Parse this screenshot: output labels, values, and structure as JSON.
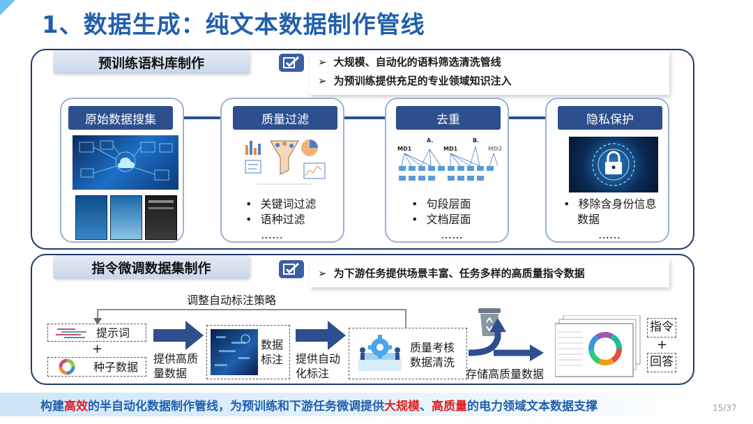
{
  "page": {
    "title": "1、数据生成：纯文本数据制作管线",
    "page_number": "15/37"
  },
  "pretrain": {
    "section_title": "预训练语料库制作",
    "bullets": [
      "大规模、自动化的语料筛选清洗管线",
      "为预训练提供充足的专业领域知识注入"
    ],
    "steps": [
      {
        "title": "原始数据搜集",
        "items": []
      },
      {
        "title": "质量过滤",
        "items": [
          "关键词过滤",
          "语种过滤"
        ],
        "ellipsis": "……"
      },
      {
        "title": "去重",
        "items": [
          "句段层面",
          "文档层面"
        ],
        "ellipsis": "……",
        "diagram_labels": {
          "a": "A.",
          "b": "B.",
          "md1": "MD1",
          "md2": "MD2"
        }
      },
      {
        "title": "隐私保护",
        "items": [
          "移除含身份信息数据"
        ],
        "ellipsis": "……"
      }
    ]
  },
  "instruct": {
    "section_title": "指令微调数据集制作",
    "bullet": "为下游任务提供场景丰富、任务多样的高质量指令数据",
    "feedback_label": "调整自动标注策略",
    "prompt_label": "提示词",
    "plus": "+",
    "seed_label": "种子数据",
    "provide_label": "提供高质\n量数据",
    "data_label": "数据\n标注",
    "auto_label": "提供自动\n化标注",
    "quality_label": "质量考核\n数据清洗",
    "store_label": "存储高质量数据",
    "instruction_label": "指令",
    "answer_label": "回答"
  },
  "banner": {
    "p1": "构建",
    "p2": "高效",
    "p3": "的半自动化数据制作管线，为预训练和下游任务微调提供",
    "p4": "大规模",
    "p5": "、",
    "p6": "高质量",
    "p7": "的电力领域文本数据支撑"
  },
  "colors": {
    "title": "#1f5fad",
    "navy": "#2d4f8e",
    "highlight_red": "#e02020"
  }
}
